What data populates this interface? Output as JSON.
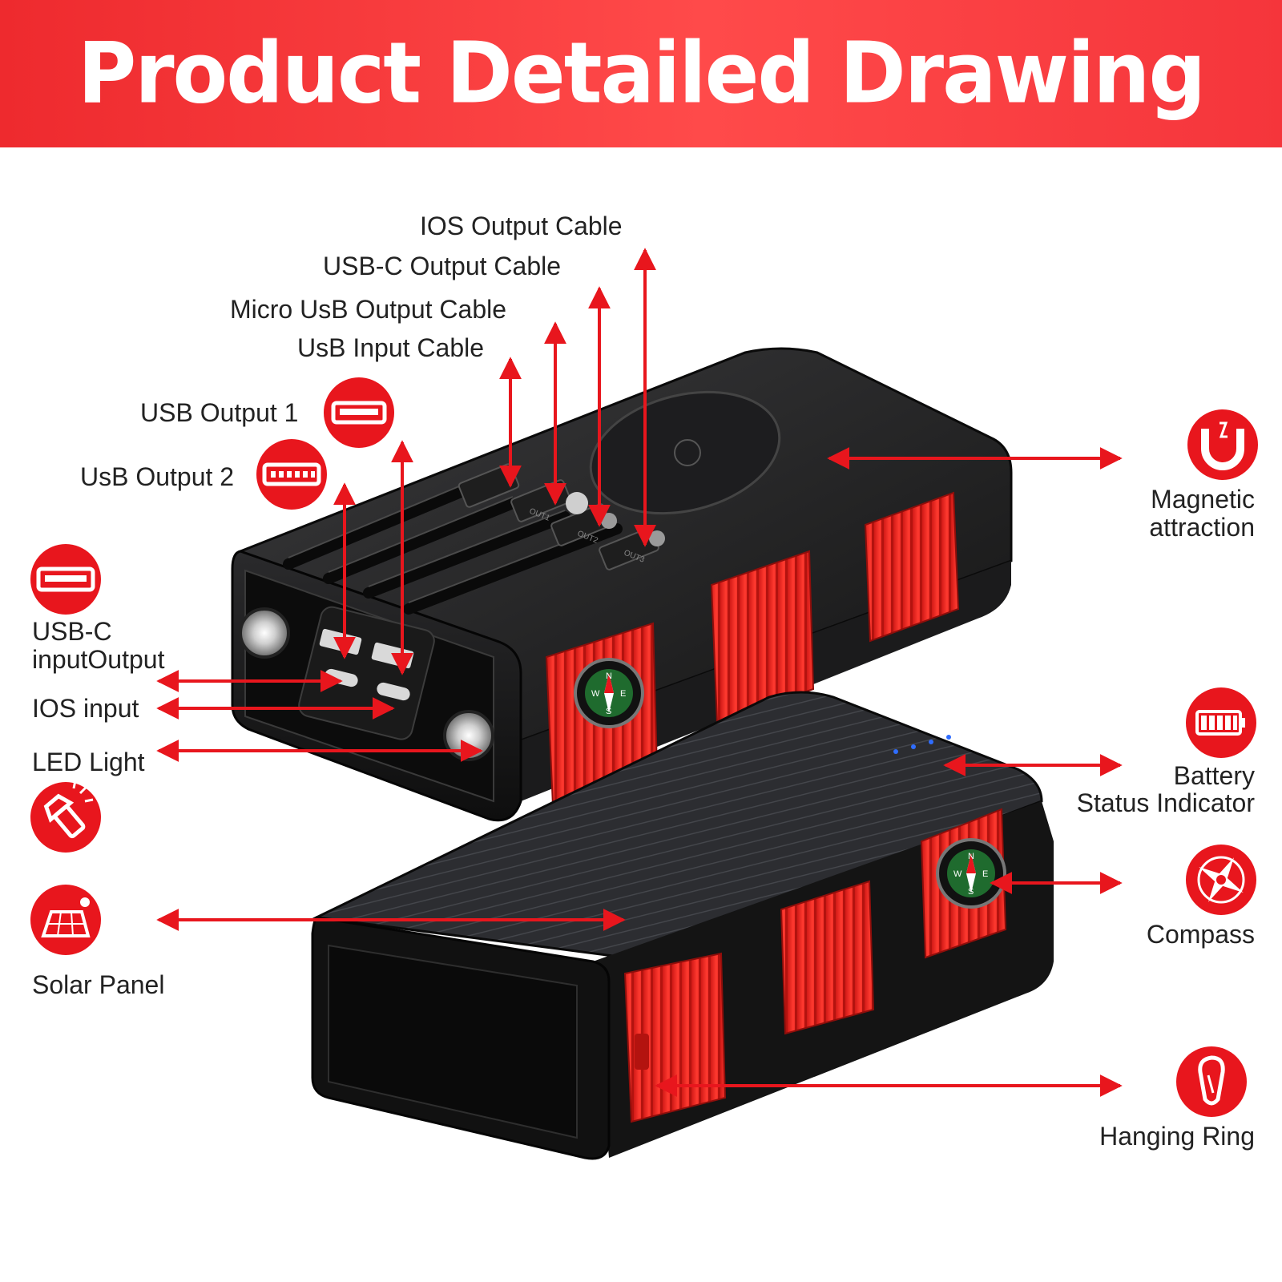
{
  "title": "Product Detailed Drawing",
  "labels": {
    "ios_output_cable": "IOS Output Cable",
    "usbc_output_cable": "USB-C Output Cable",
    "micro_usb_output_cable": "Micro UsB Output Cable",
    "usb_input_cable": "UsB Input Cable",
    "usb_output_1": "USB Output 1",
    "usb_output_2": "UsB Output 2",
    "usbc_input_output_line1": "USB-C",
    "usbc_input_output_line2": "inputOutput",
    "ios_input": "IOS input",
    "led_light": "LED Light",
    "solar_panel": "Solar Panel",
    "magnetic_line1": "Magnetic",
    "magnetic_line2": "attraction",
    "battery_line1": "Battery",
    "battery_line2": "Status Indicator",
    "compass": "Compass",
    "hanging_ring": "Hanging Ring"
  },
  "device_markings": {
    "out1": "OUT1",
    "out2": "OUT2",
    "out3": "OUT3",
    "compass_letters": [
      "N",
      "E",
      "S",
      "W"
    ]
  },
  "icons": [
    "usb-port-icon",
    "usb-port-icon",
    "usb-port-icon",
    "flashlight-icon",
    "solar-panel-icon",
    "magnet-icon",
    "battery-icon",
    "compass-icon",
    "carabiner-icon"
  ],
  "colors": {
    "accent": "#e8161d",
    "banner": "#f23a3e",
    "device_body": "#1c1c1e",
    "rubber": "#f0302a",
    "text": "#222222"
  }
}
